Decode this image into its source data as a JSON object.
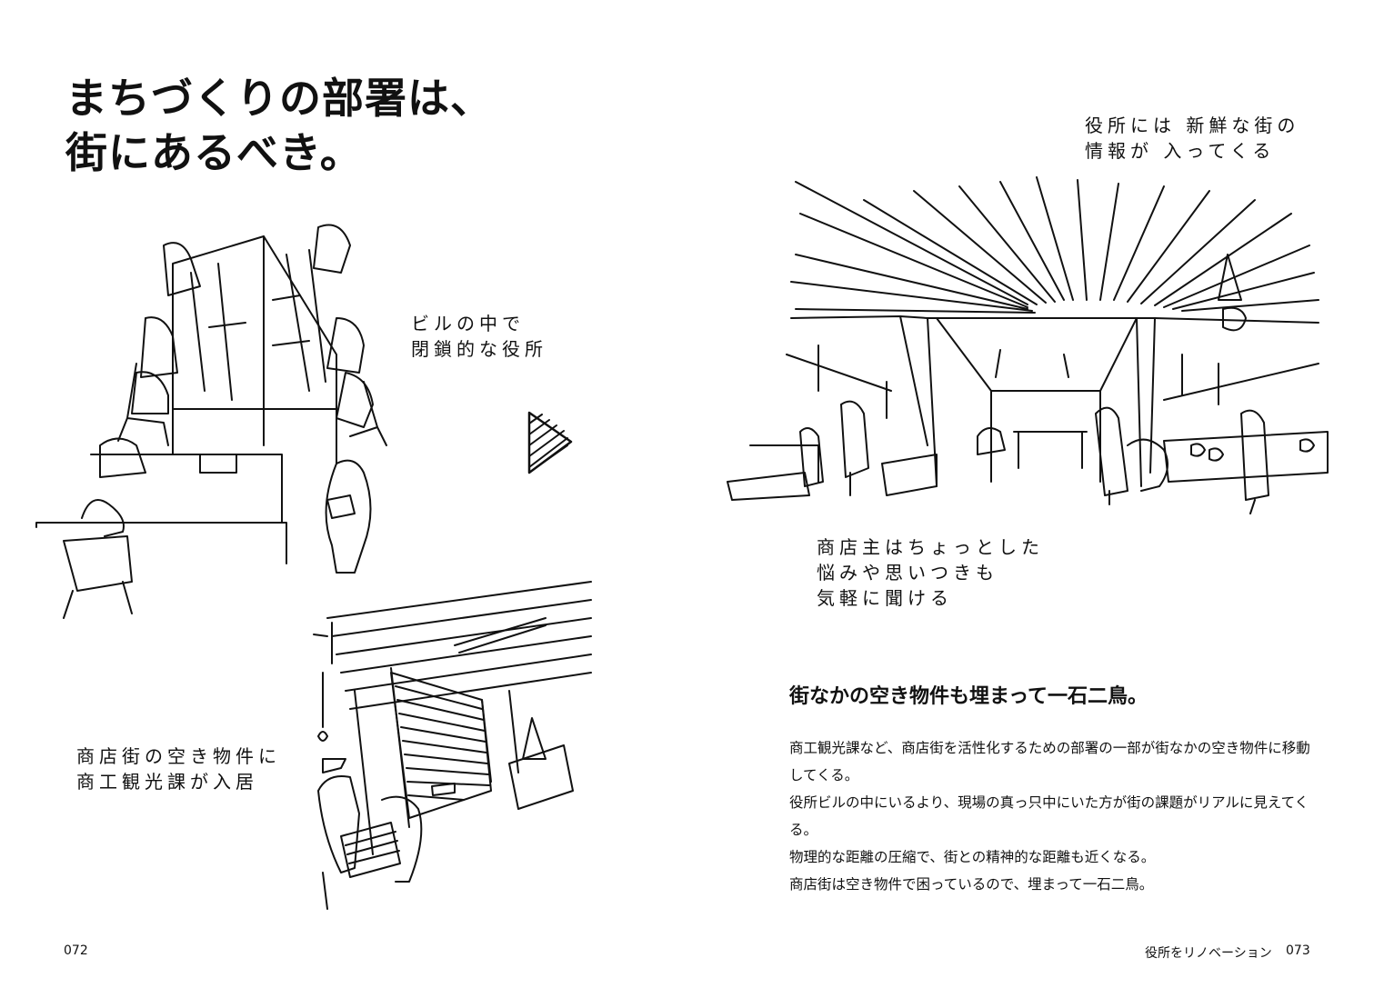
{
  "title": {
    "line1": "まちづくりの部署は、",
    "line2": "街にあるべき。"
  },
  "captions": {
    "top_right": [
      "役所には 新鮮な街の",
      "情報が 入ってくる"
    ],
    "office": [
      "ビルの中で",
      "閉鎖的な役所"
    ],
    "shop_owner": [
      "商店主はちょっとした",
      "悩みや思いつきも",
      "気軽に聞ける"
    ],
    "street": [
      "商店街の空き物件に",
      "商工観光課が入居"
    ]
  },
  "article": {
    "heading": "街なかの空き物件も埋まって一石二鳥。",
    "paragraphs": [
      "商工観光課など、商店街を活性化するための部署の一部が街なかの空き物件に移動してくる。",
      "役所ビルの中にいるより、現場の真っ只中にいた方が街の課題がリアルに見えてくる。",
      "物理的な距離の圧縮で、街との精神的な距離も近くなる。",
      "商店街は空き物件で困っているので、埋まって一石二鳥。"
    ]
  },
  "footer": {
    "left_page": "072",
    "section_title": "役所をリノベーション",
    "right_page": "073"
  },
  "icons": {
    "arrow": "hatched-triangle-arrow-icon"
  }
}
